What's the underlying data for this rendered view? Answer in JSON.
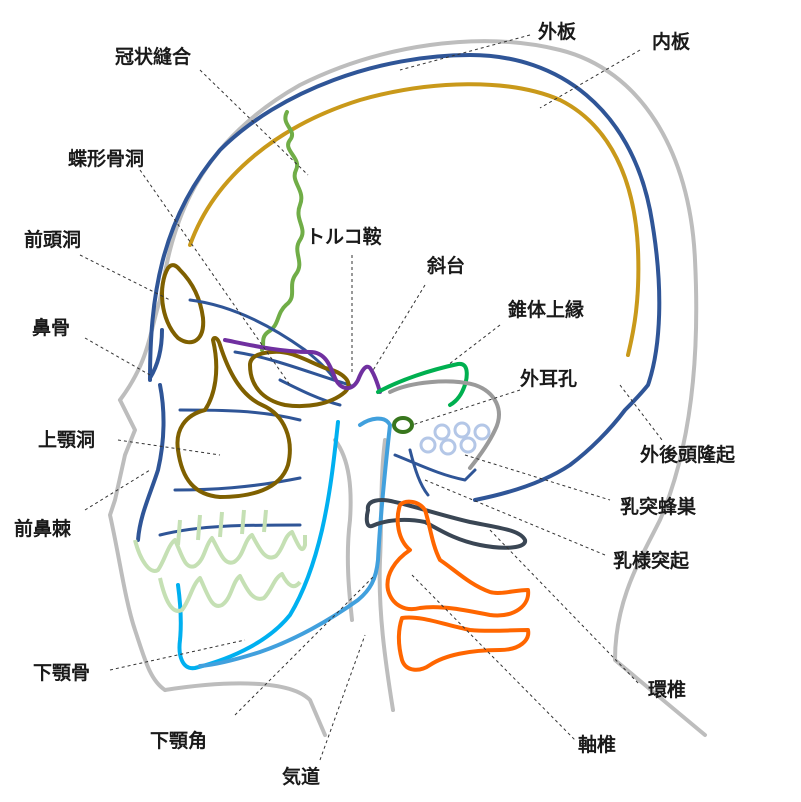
{
  "diagram": {
    "labels": {
      "outer_table": "外板",
      "inner_table": "内板",
      "coronal_suture": "冠状縫合",
      "sphenoid_sinus": "蝶形骨洞",
      "sella_turcica": "トルコ鞍",
      "clivus": "斜台",
      "frontal_sinus": "前頭洞",
      "nasal_bone": "鼻骨",
      "petrous_ridge": "錐体上縁",
      "ear_canal": "外耳孔",
      "maxillary_sinus": "上顎洞",
      "external_occipital_protuberance": "外後頭隆起",
      "anterior_nasal_spine": "前鼻棘",
      "mastoid_air_cells": "乳突蜂巣",
      "mastoid_process": "乳様突起",
      "mandible": "下顎骨",
      "atlas": "環椎",
      "mandibular_angle": "下顎角",
      "axis": "軸椎",
      "airway": "気道"
    },
    "colors": {
      "skin": "#bdbdbd",
      "outer_table": "#2f5597",
      "inner_table": "#c9991a",
      "coronal_suture": "#70ad47",
      "sella": "#7030a0",
      "sinus": "#7f6000",
      "petrous": "#00b050",
      "mandible": "#00b0f0",
      "teeth": "#c5e0b4",
      "mastoid": "#b4c7e7",
      "spine": "#ff6600",
      "atlas": "#3a4654"
    }
  }
}
